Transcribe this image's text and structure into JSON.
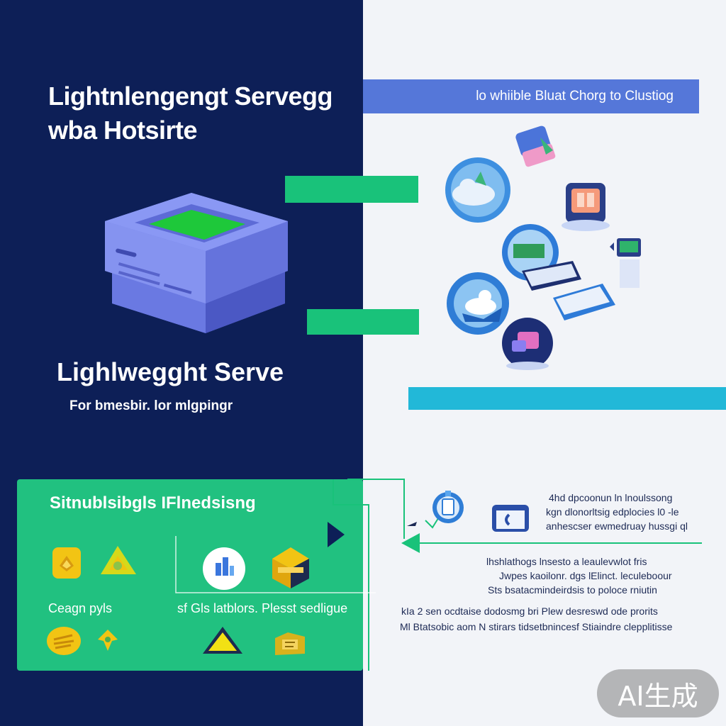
{
  "hero": {
    "title_line1": "Lightnlengengt Servegg",
    "title_line2": "wba Hotsirte"
  },
  "server": {
    "name": "Lighlwegght Serve",
    "subtitle": "For bmesbir. lor mlgpingr"
  },
  "banner": {
    "text": "lo whiible Bluat Chorg to Clustiog"
  },
  "features": {
    "title": "Sitnublsibgls IFlnedsisng",
    "label_left": "Ceagn pyls",
    "label_middle": "sf Gls latblors. Plesst sedligue"
  },
  "info_blocks": [
    {
      "lines": [
        "4hd dpcoonun ln lnoulssong",
        "kgn dlonorltsig edplocies l0 -le",
        "anhescser ewmedruay hussgi ql"
      ]
    },
    {
      "lines": [
        "lhshlathogs lnsesto a leaulevwlot fris",
        "Jwpes kaoilonr. dgs lElinct. leculeboour",
        "Sts bsatacmindeirdsis to poloce rniutin"
      ]
    },
    {
      "lines": [
        "kIa 2 sen ocdtaise dodosmg bri Plew desreswd ode prorits",
        "Ml Btatsobic aom N stirars tidsetbnincesf Stiaindre clepplitisse"
      ]
    }
  ],
  "watermark": {
    "text": "AI生成"
  },
  "colors": {
    "navy": "#0d1f57",
    "green": "#19c27a",
    "blue_banner": "#5577d9",
    "cyan": "#22b8d8",
    "server_body": "#6f7fe6",
    "screen_green": "#1ec83a"
  }
}
